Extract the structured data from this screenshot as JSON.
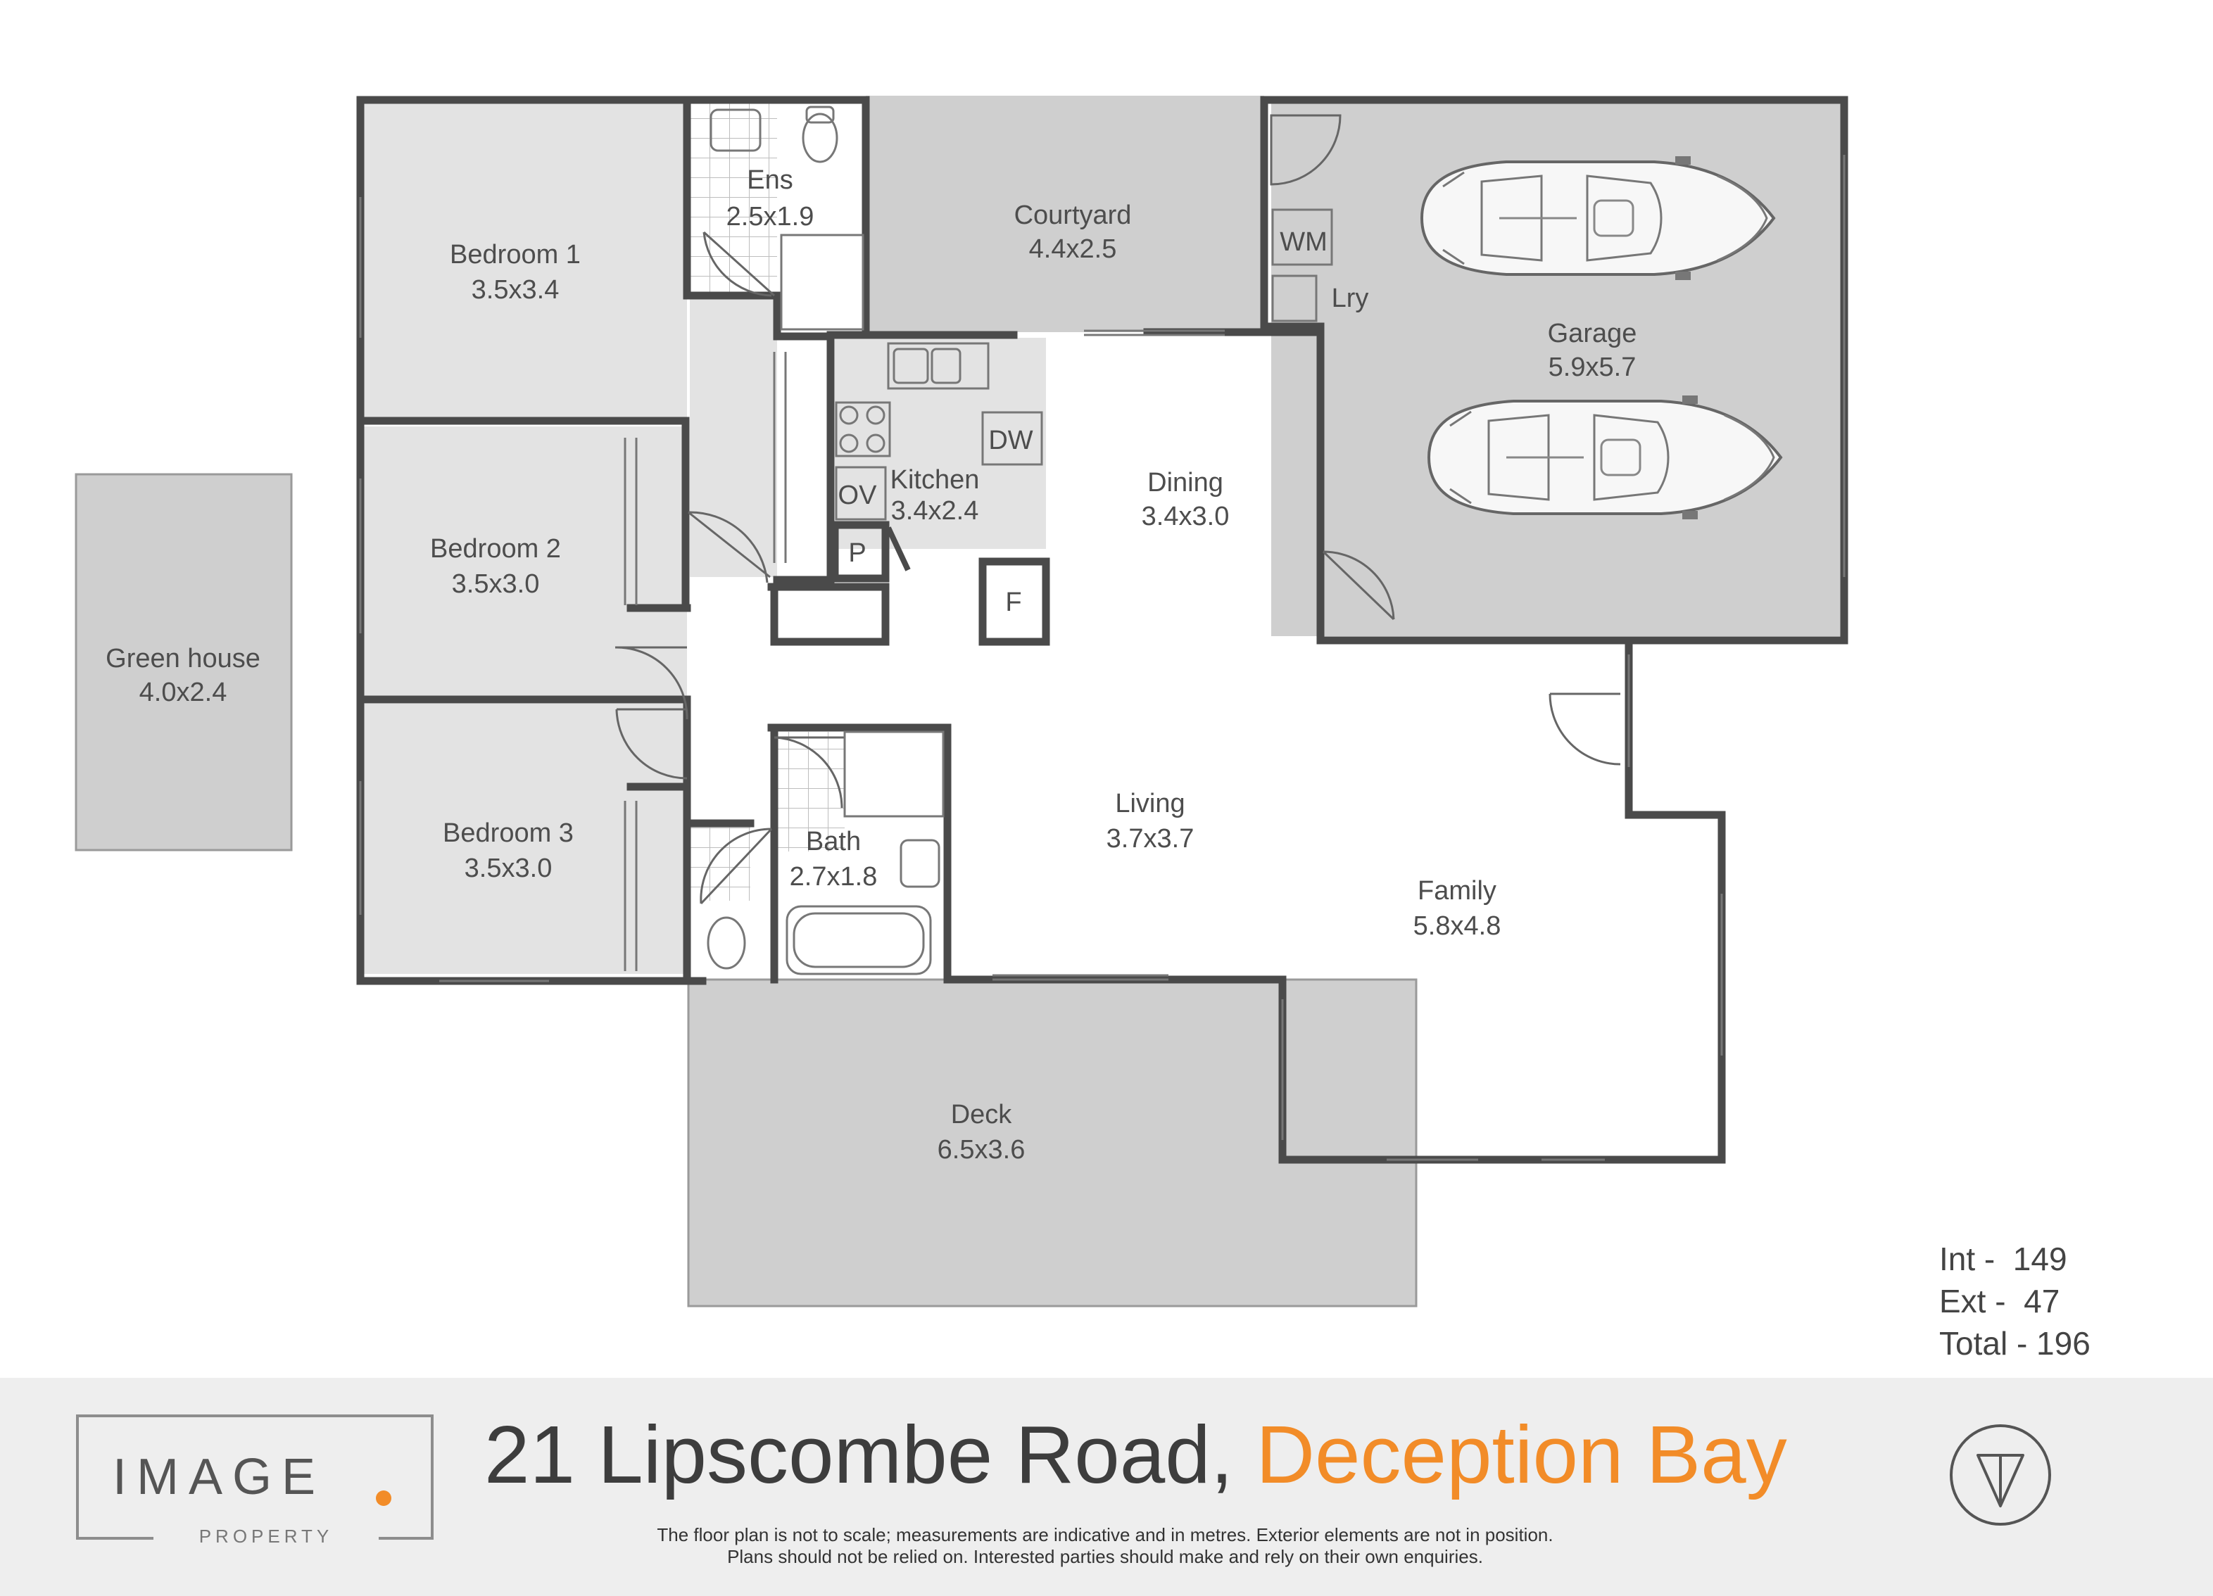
{
  "rooms": {
    "bedroom1": {
      "name": "Bedroom 1",
      "dims": "3.5x3.4"
    },
    "ensuite": {
      "name": "Ens",
      "dims": "2.5x1.9"
    },
    "courtyard": {
      "name": "Courtyard",
      "dims": "4.4x2.5"
    },
    "garage": {
      "name": "Garage",
      "dims": "5.9x5.7"
    },
    "kitchen": {
      "name": "Kitchen",
      "dims": "3.4x2.4"
    },
    "dining": {
      "name": "Dining",
      "dims": "3.4x3.0"
    },
    "bedroom2": {
      "name": "Bedroom 2",
      "dims": "3.5x3.0"
    },
    "greenhouse": {
      "name": "Green house",
      "dims": "4.0x2.4"
    },
    "bedroom3": {
      "name": "Bedroom 3",
      "dims": "3.5x3.0"
    },
    "bath": {
      "name": "Bath",
      "dims": "2.7x1.8"
    },
    "living": {
      "name": "Living",
      "dims": "3.7x3.7"
    },
    "family": {
      "name": "Family",
      "dims": "5.8x4.8"
    },
    "deck": {
      "name": "Deck",
      "dims": "6.5x3.6"
    }
  },
  "fixtures": {
    "washing_machine": "WM",
    "laundry": "Lry",
    "dishwasher": "DW",
    "oven": "OV",
    "pantry": "P",
    "fridge": "F"
  },
  "areas": {
    "internal": "Int -  149",
    "external": "Ext -  47",
    "total": "Total - 196"
  },
  "footer": {
    "logo_word": "IMAGE",
    "logo_sub": "PROPERTY",
    "address_street": "21 Lipscombe Road, ",
    "address_suburb": "Deception Bay",
    "disclaimer_line1": "The floor plan is not to scale; measurements are indicative and in metres. Exterior elements are not in position.",
    "disclaimer_line2": "Plans should not be relied on. Interested parties should make and rely on their own enquiries."
  },
  "colors": {
    "wall": "#4a4a4a",
    "grey_area": "#cfcfcf",
    "accent": "#f28c28",
    "footer_bg": "#eeeeee"
  },
  "icons": {
    "compass": "north-arrow-icon",
    "car": "car-icon"
  }
}
